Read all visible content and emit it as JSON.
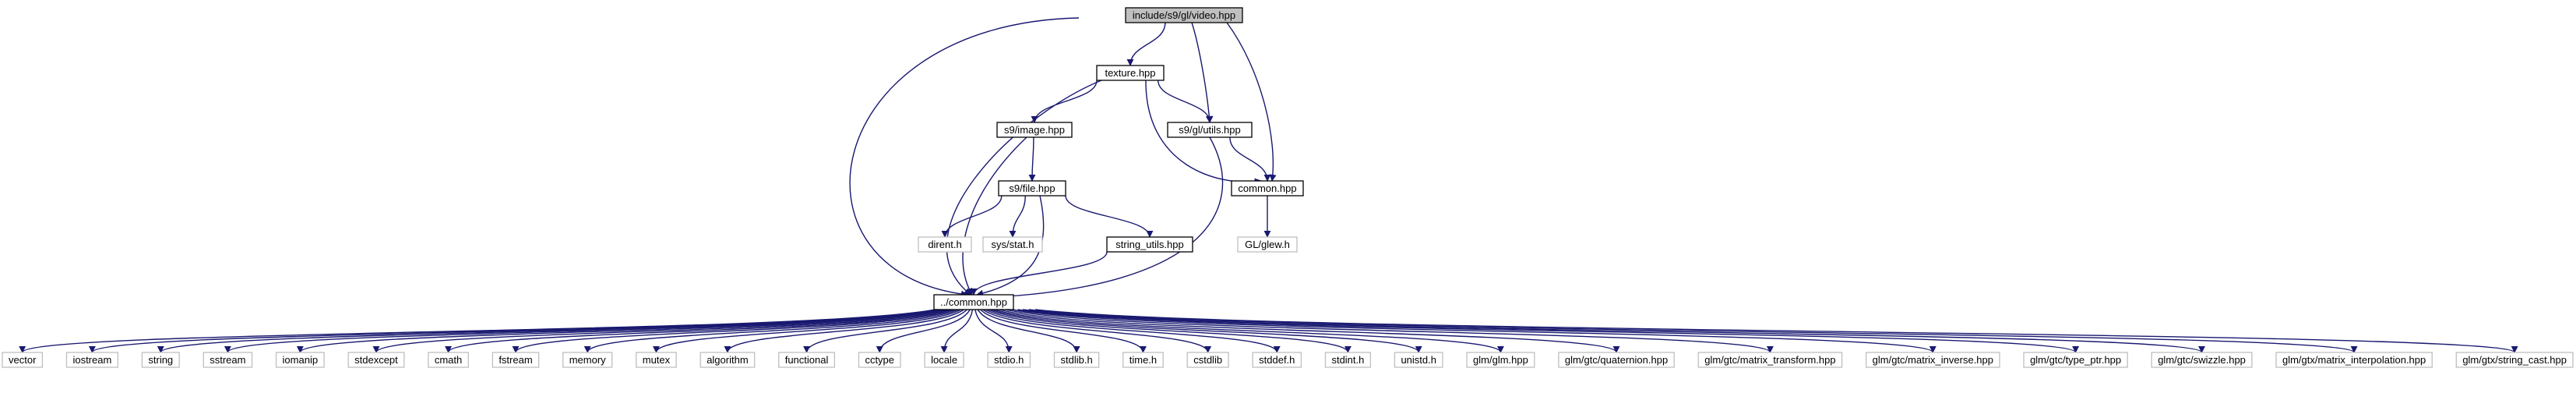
{
  "colors": {
    "edge": "#191970",
    "root_fill": "#bfbfbf",
    "internal_border": "#000000",
    "external_border": "#bfbfbf",
    "background": "#ffffff"
  },
  "nodes": [
    {
      "id": "video",
      "label": "include/s9/gl/video.hpp",
      "kind": "root"
    },
    {
      "id": "texture",
      "label": "texture.hpp",
      "kind": "internal"
    },
    {
      "id": "s9image",
      "label": "s9/image.hpp",
      "kind": "internal"
    },
    {
      "id": "utils",
      "label": "s9/gl/utils.hpp",
      "kind": "internal"
    },
    {
      "id": "s9file",
      "label": "s9/file.hpp",
      "kind": "internal"
    },
    {
      "id": "common",
      "label": "common.hpp",
      "kind": "internal"
    },
    {
      "id": "dirent",
      "label": "dirent.h",
      "kind": "external"
    },
    {
      "id": "sysstat",
      "label": "sys/stat.h",
      "kind": "external"
    },
    {
      "id": "stringutils",
      "label": "string_utils.hpp",
      "kind": "internal"
    },
    {
      "id": "glew",
      "label": "GL/glew.h",
      "kind": "external"
    },
    {
      "id": "pcommon",
      "label": "../common.hpp",
      "kind": "internal"
    },
    {
      "id": "vector",
      "label": "vector",
      "kind": "external"
    },
    {
      "id": "iostream",
      "label": "iostream",
      "kind": "external"
    },
    {
      "id": "string",
      "label": "string",
      "kind": "external"
    },
    {
      "id": "sstream",
      "label": "sstream",
      "kind": "external"
    },
    {
      "id": "iomanip",
      "label": "iomanip",
      "kind": "external"
    },
    {
      "id": "stdexcept",
      "label": "stdexcept",
      "kind": "external"
    },
    {
      "id": "cmath",
      "label": "cmath",
      "kind": "external"
    },
    {
      "id": "fstream",
      "label": "fstream",
      "kind": "external"
    },
    {
      "id": "memory",
      "label": "memory",
      "kind": "external"
    },
    {
      "id": "mutex",
      "label": "mutex",
      "kind": "external"
    },
    {
      "id": "algorithm",
      "label": "algorithm",
      "kind": "external"
    },
    {
      "id": "functional",
      "label": "functional",
      "kind": "external"
    },
    {
      "id": "cctype",
      "label": "cctype",
      "kind": "external"
    },
    {
      "id": "locale",
      "label": "locale",
      "kind": "external"
    },
    {
      "id": "stdioh",
      "label": "stdio.h",
      "kind": "external"
    },
    {
      "id": "stdlibh",
      "label": "stdlib.h",
      "kind": "external"
    },
    {
      "id": "timeh",
      "label": "time.h",
      "kind": "external"
    },
    {
      "id": "cstdlib",
      "label": "cstdlib",
      "kind": "external"
    },
    {
      "id": "stddefh",
      "label": "stddef.h",
      "kind": "external"
    },
    {
      "id": "stdinth",
      "label": "stdint.h",
      "kind": "external"
    },
    {
      "id": "unistdh",
      "label": "unistd.h",
      "kind": "external"
    },
    {
      "id": "glm",
      "label": "glm/glm.hpp",
      "kind": "external"
    },
    {
      "id": "quat",
      "label": "glm/gtc/quaternion.hpp",
      "kind": "external"
    },
    {
      "id": "mxform",
      "label": "glm/gtc/matrix_transform.hpp",
      "kind": "external"
    },
    {
      "id": "minv",
      "label": "glm/gtc/matrix_inverse.hpp",
      "kind": "external"
    },
    {
      "id": "tptr",
      "label": "glm/gtc/type_ptr.hpp",
      "kind": "external"
    },
    {
      "id": "swizzle",
      "label": "glm/gtc/swizzle.hpp",
      "kind": "external"
    },
    {
      "id": "minterp",
      "label": "glm/gtx/matrix_interpolation.hpp",
      "kind": "external"
    },
    {
      "id": "strcast",
      "label": "glm/gtx/string_cast.hpp",
      "kind": "external"
    }
  ],
  "edges": [
    [
      "video",
      "texture"
    ],
    [
      "video",
      "utils"
    ],
    [
      "video",
      "common"
    ],
    [
      "video",
      "pcommon"
    ],
    [
      "texture",
      "s9image"
    ],
    [
      "texture",
      "utils"
    ],
    [
      "texture",
      "common"
    ],
    [
      "texture",
      "pcommon"
    ],
    [
      "s9image",
      "s9file"
    ],
    [
      "s9image",
      "pcommon"
    ],
    [
      "utils",
      "common"
    ],
    [
      "utils",
      "pcommon"
    ],
    [
      "s9file",
      "dirent"
    ],
    [
      "s9file",
      "sysstat"
    ],
    [
      "s9file",
      "stringutils"
    ],
    [
      "s9file",
      "pcommon"
    ],
    [
      "stringutils",
      "pcommon"
    ],
    [
      "common",
      "glew"
    ],
    [
      "pcommon",
      "vector"
    ],
    [
      "pcommon",
      "iostream"
    ],
    [
      "pcommon",
      "string"
    ],
    [
      "pcommon",
      "sstream"
    ],
    [
      "pcommon",
      "iomanip"
    ],
    [
      "pcommon",
      "stdexcept"
    ],
    [
      "pcommon",
      "cmath"
    ],
    [
      "pcommon",
      "fstream"
    ],
    [
      "pcommon",
      "memory"
    ],
    [
      "pcommon",
      "mutex"
    ],
    [
      "pcommon",
      "algorithm"
    ],
    [
      "pcommon",
      "functional"
    ],
    [
      "pcommon",
      "cctype"
    ],
    [
      "pcommon",
      "locale"
    ],
    [
      "pcommon",
      "stdioh"
    ],
    [
      "pcommon",
      "stdlibh"
    ],
    [
      "pcommon",
      "timeh"
    ],
    [
      "pcommon",
      "cstdlib"
    ],
    [
      "pcommon",
      "stddefh"
    ],
    [
      "pcommon",
      "stdinth"
    ],
    [
      "pcommon",
      "unistdh"
    ],
    [
      "pcommon",
      "glm"
    ],
    [
      "pcommon",
      "quat"
    ],
    [
      "pcommon",
      "mxform"
    ],
    [
      "pcommon",
      "minv"
    ],
    [
      "pcommon",
      "tptr"
    ],
    [
      "pcommon",
      "swizzle"
    ],
    [
      "pcommon",
      "minterp"
    ],
    [
      "pcommon",
      "strcast"
    ]
  ]
}
